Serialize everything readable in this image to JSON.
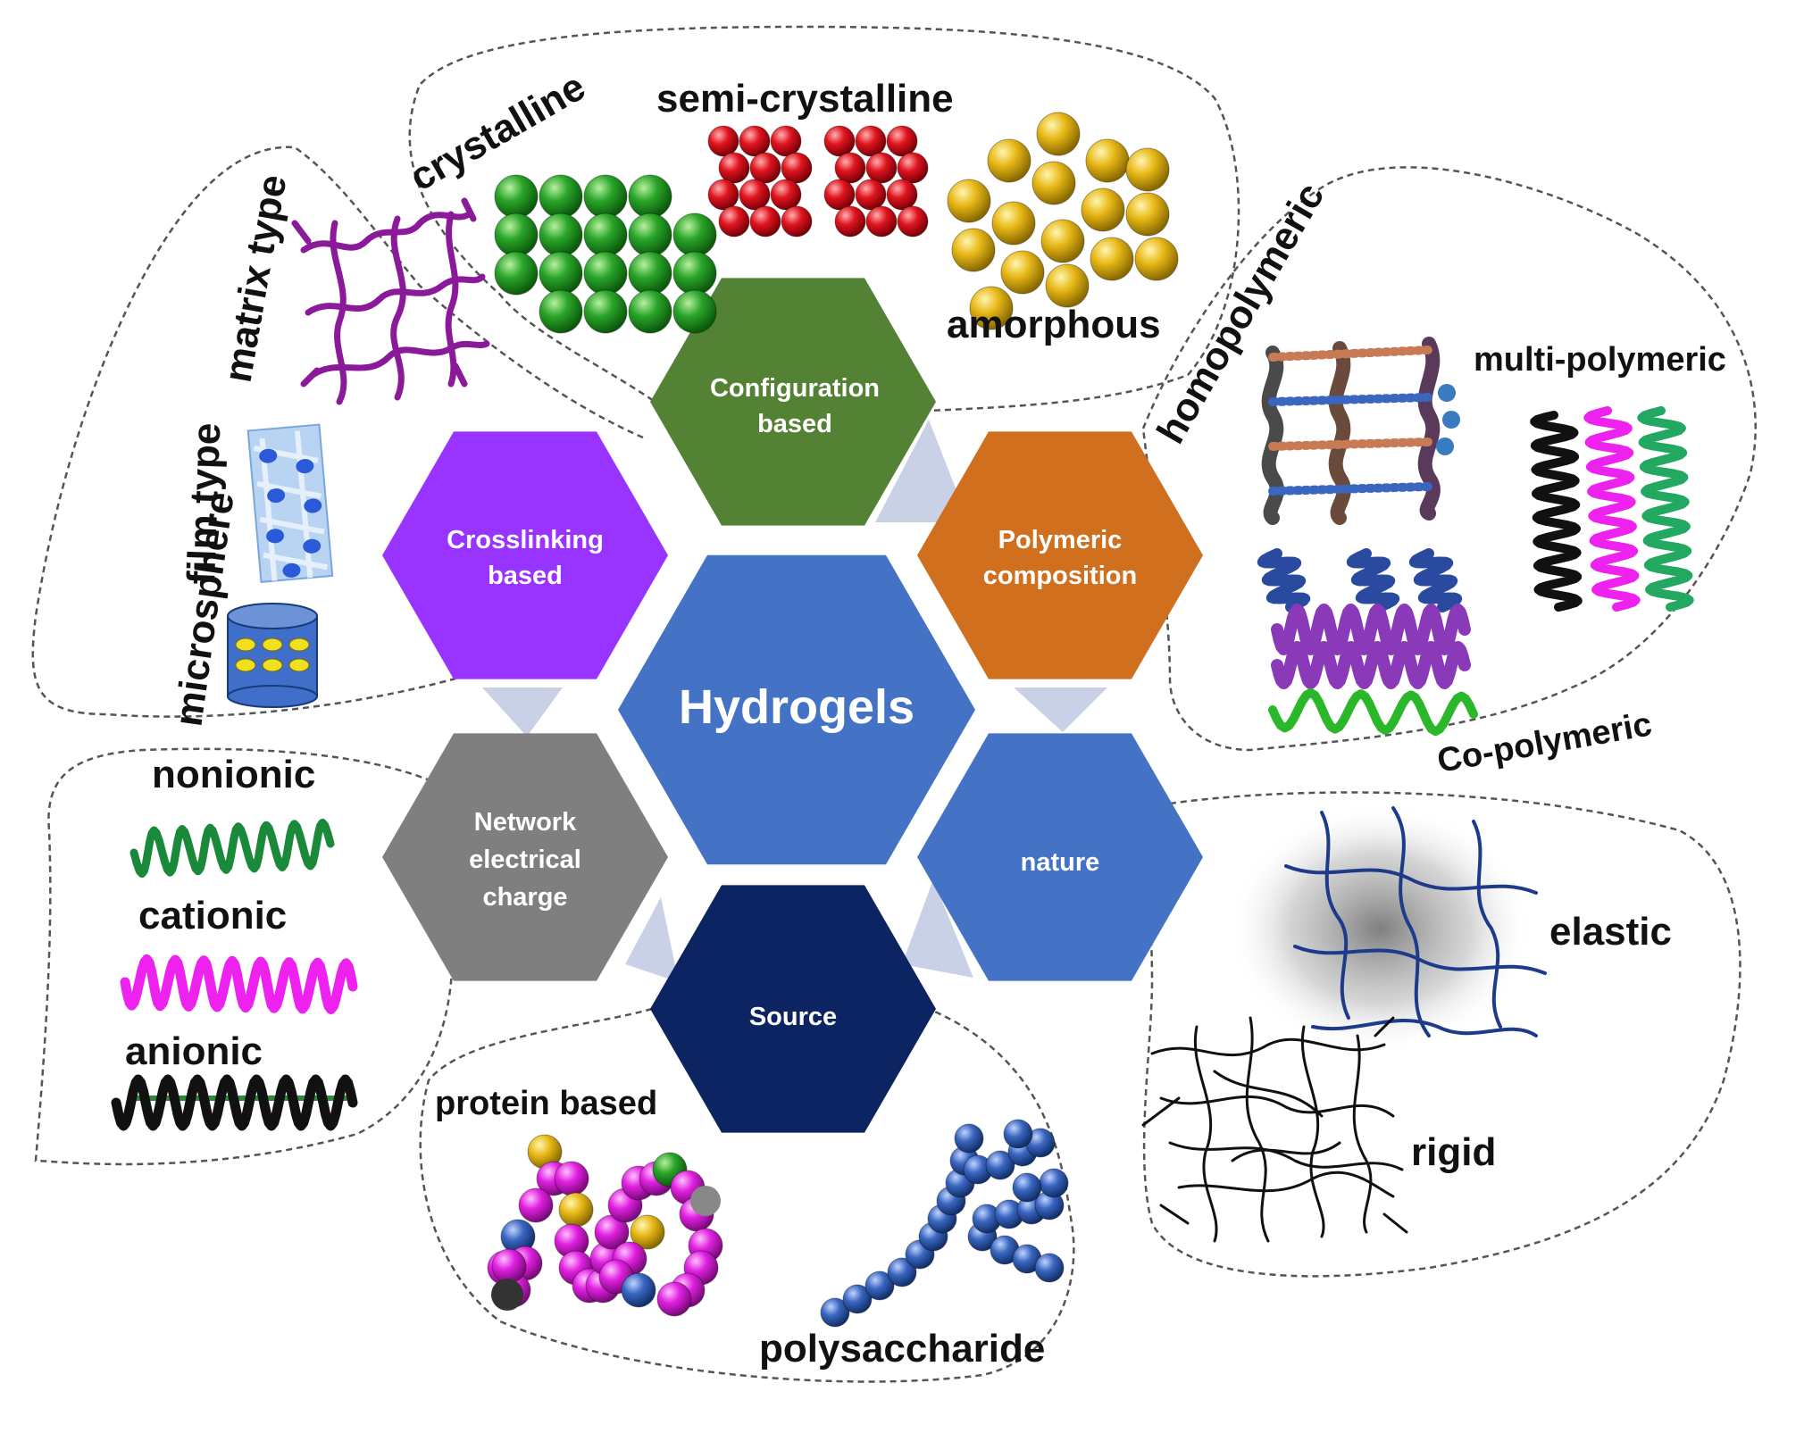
{
  "center": {
    "label": "Hydrogels",
    "color": "#4472c4"
  },
  "hexes": {
    "configuration": {
      "line1": "Configuration",
      "line2": "based",
      "color": "#548235"
    },
    "crosslinking": {
      "line1": "Crosslinking",
      "line2": "based",
      "color": "#9933ff"
    },
    "polymeric": {
      "line1": "Polymeric",
      "line2": "composition",
      "color": "#d06f1e"
    },
    "network": {
      "line1": "Network",
      "line2": "electrical",
      "line3": "charge",
      "color": "#7f7f7f"
    },
    "nature": {
      "line1": "nature",
      "color": "#4472c4"
    },
    "source": {
      "line1": "Source",
      "color": "#0d2462"
    }
  },
  "labels": {
    "crystalline": "crystalline",
    "semi_crystalline": "semi-crystalline",
    "amorphous": "amorphous",
    "matrix_type": "matrix type",
    "film_type": "film type",
    "microsphere": "microsphere",
    "homopolymeric": "homopolymeric",
    "multi_polymeric": "multi-polymeric",
    "co_polymeric": "Co-polymeric",
    "nonionic": "nonionic",
    "cationic": "cationic",
    "anionic": "anionic",
    "elastic": "elastic",
    "rigid": "rigid",
    "protein_based": "protein based",
    "polysaccharide": "polysaccharide"
  },
  "colors": {
    "connector": "#c9d1e6",
    "crystalline_sphere": "#2aa52a",
    "semi_crystalline_sphere": "#e0141e",
    "amorphous_sphere": "#e8b818",
    "matrix_network": "#8b1a9a",
    "nonionic_coil": "#1a8a3a",
    "cationic_coil": "#ee22ee",
    "anionic_coil": "#111111",
    "polysaccharide_bead": "#3a66c0"
  }
}
